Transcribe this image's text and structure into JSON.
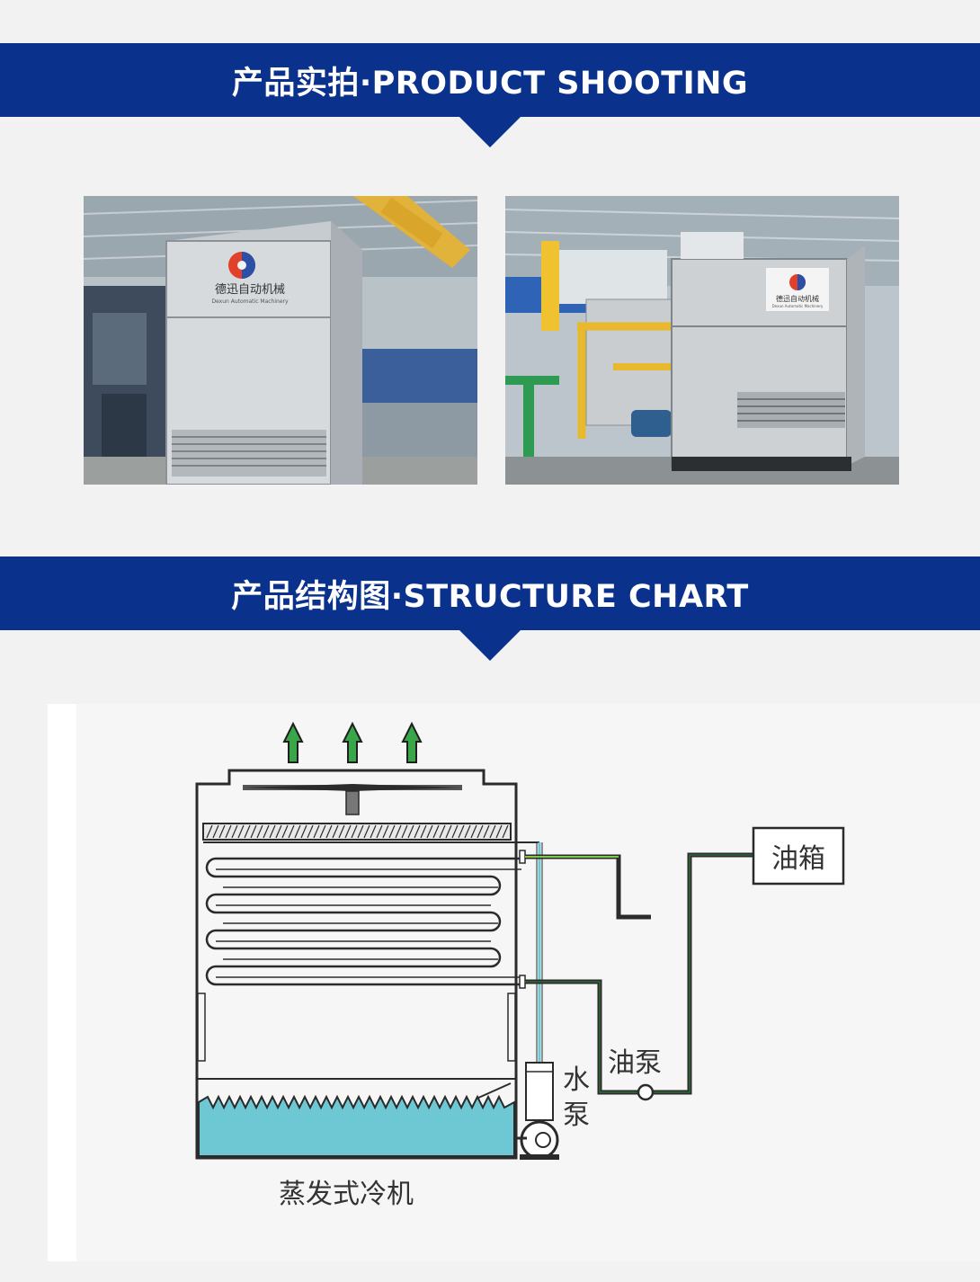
{
  "sections": [
    {
      "id": "product-shooting",
      "title": "产品实拍·PRODUCT SHOOTING"
    },
    {
      "id": "structure-chart",
      "title": "产品结构图·STRUCTURE CHART"
    }
  ],
  "photos": [
    {
      "logo_cn": "德迅自动机械",
      "logo_en": "Dexun Automatic Machinery"
    },
    {
      "logo_cn": "德迅自动机械",
      "logo_en": "Dexun Automatic Machinery"
    }
  ],
  "diagram": {
    "oil_tank": "油箱",
    "oil_pump": "油泵",
    "water_pump_line1": "水",
    "water_pump_line2": "泵",
    "machine_name": "蒸发式冷机"
  },
  "colors": {
    "banner": "#0a318c",
    "water": "#6ec8d4",
    "arrow_green": "#3aa64a",
    "pipe_green": "#2f6b3a"
  }
}
